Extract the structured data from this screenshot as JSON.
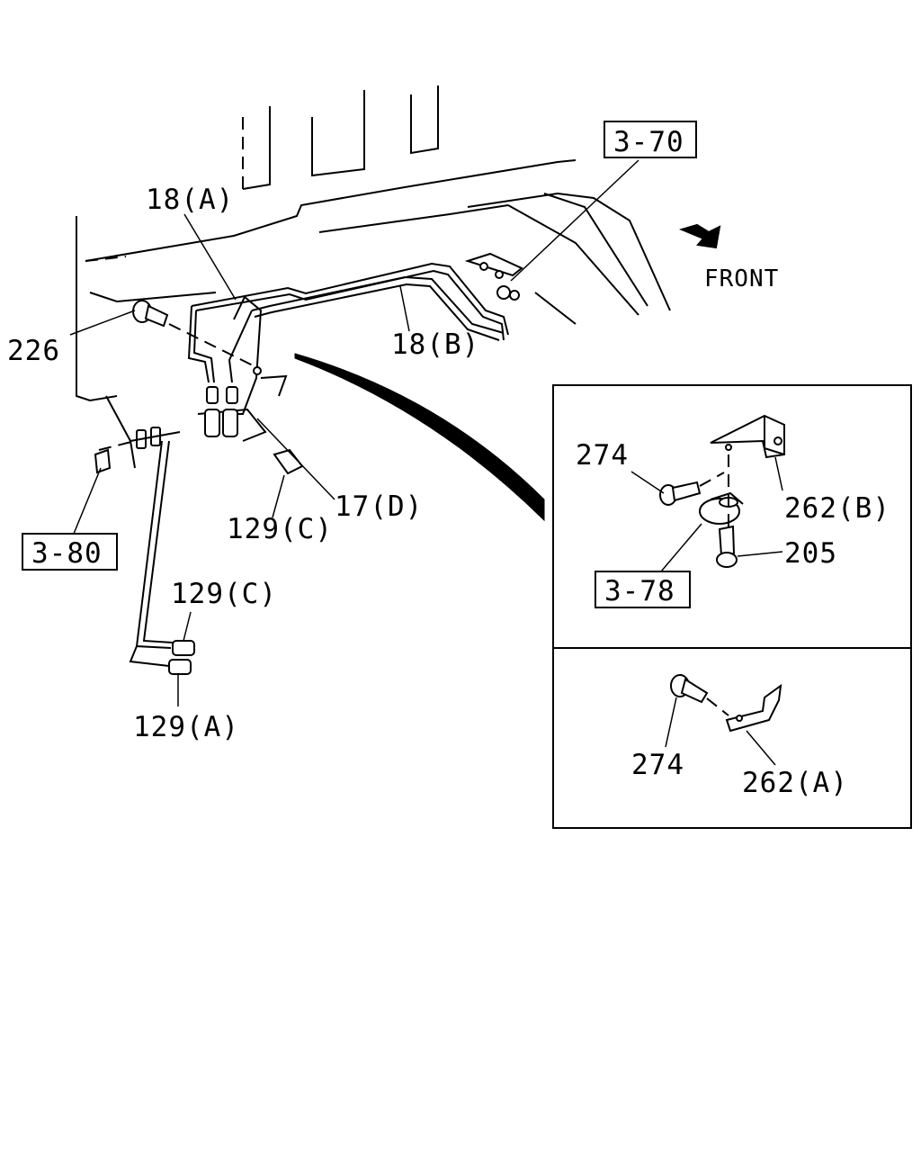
{
  "labels": {
    "p18a": "18(A)",
    "p18b": "18(B)",
    "p226": "226",
    "p17d": "17(D)",
    "p129c_1": "129(C)",
    "p129c_2": "129(C)",
    "p129a": "129(A)",
    "ref370": "3-70",
    "ref380": "3-80",
    "ref378": "3-78",
    "front": "FRONT",
    "p274_1": "274",
    "p262b": "262(B)",
    "p205": "205",
    "p274_2": "274",
    "p262a": "262(A)"
  }
}
